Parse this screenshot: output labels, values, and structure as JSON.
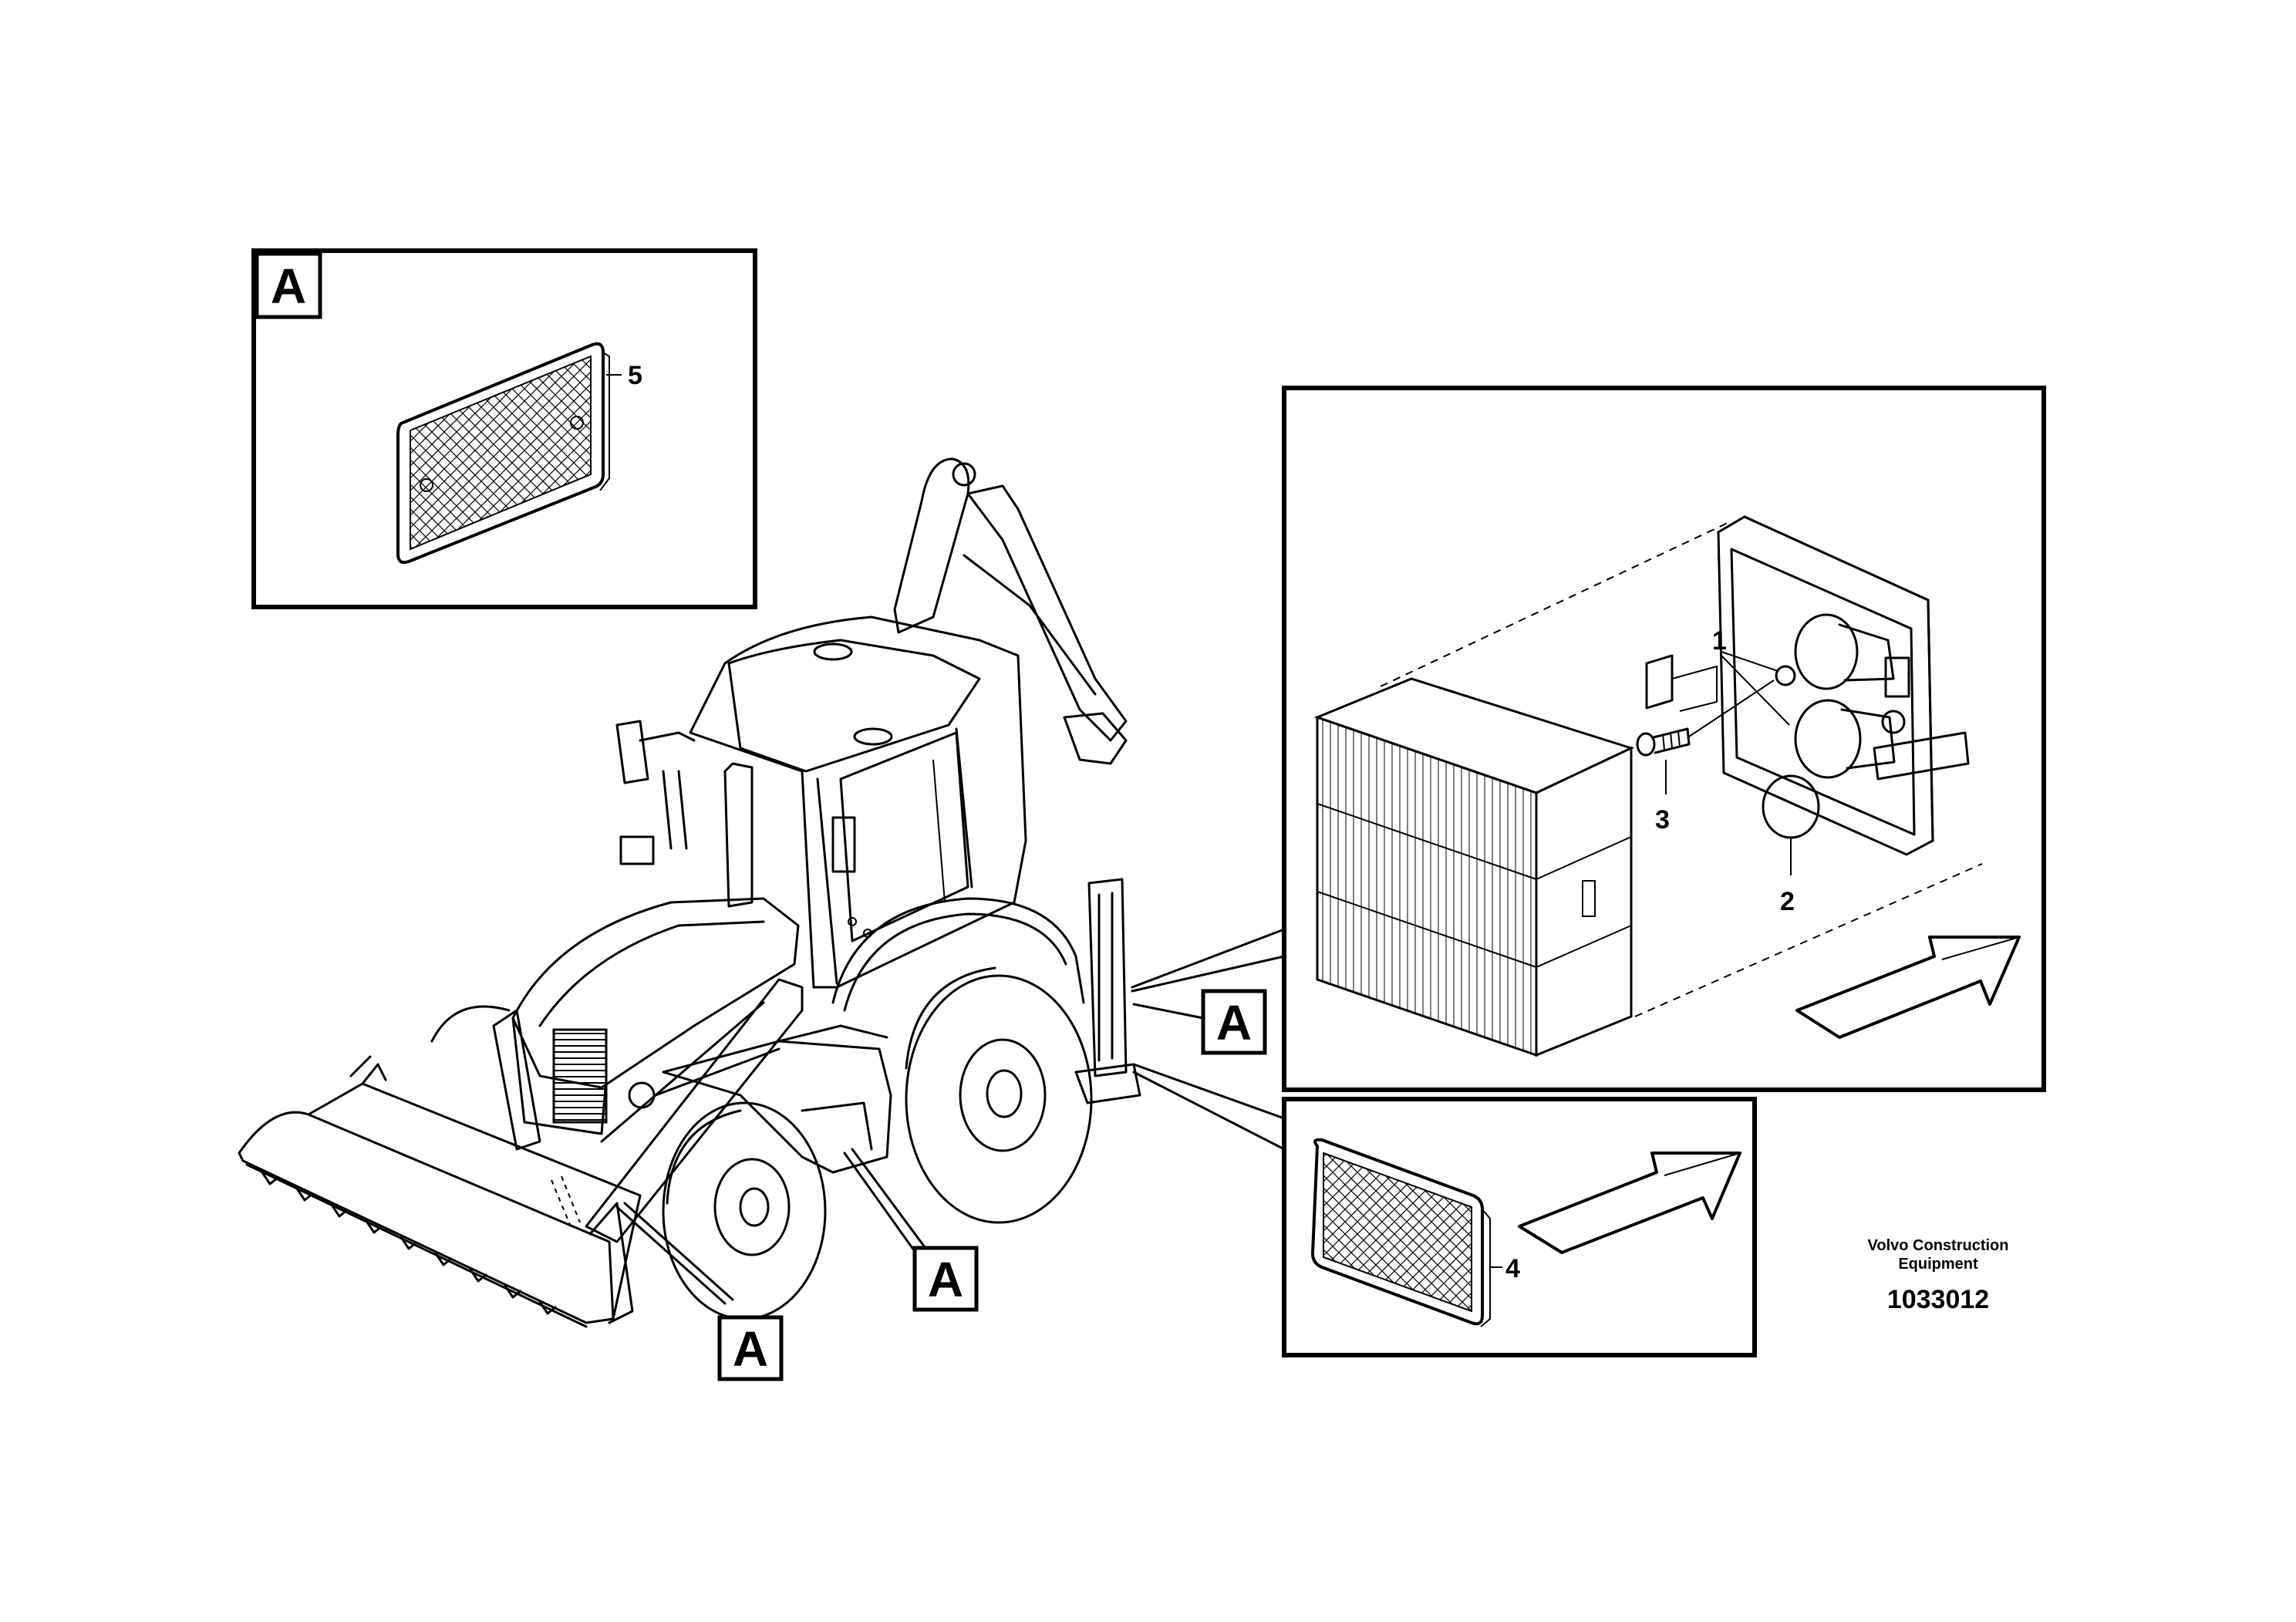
{
  "diagram": {
    "callout_letter": "A",
    "part_numbers": [
      "1",
      "2",
      "3",
      "4",
      "5"
    ],
    "publisher_line1": "Volvo Construction",
    "publisher_line2": "Equipment",
    "drawing_number": "1033012",
    "line_color": "#000000",
    "background_color": "#ffffff",
    "hatch_pattern": "cross-hatch"
  }
}
